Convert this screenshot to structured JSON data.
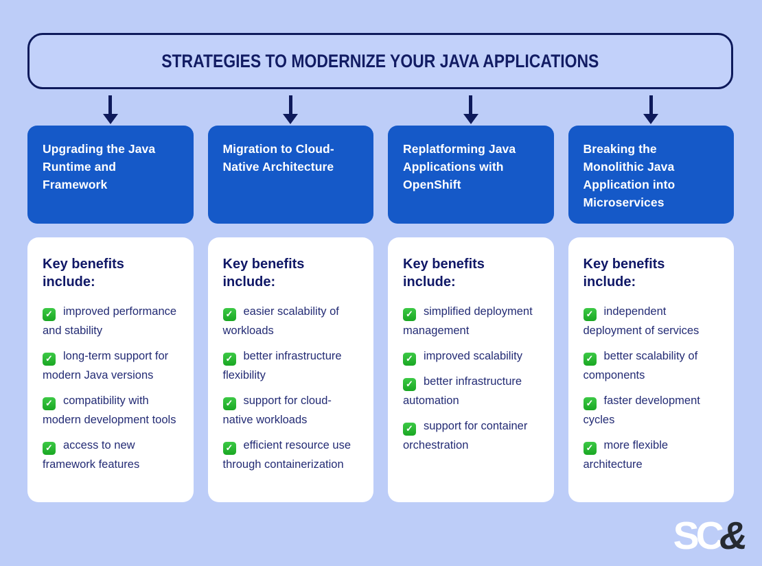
{
  "title": "STRATEGIES TO MODERNIZE YOUR JAVA APPLICATIONS",
  "benefits_heading": "Key benefits include:",
  "columns": [
    {
      "strategy": "Upgrading the Java Runtime and Framework",
      "benefits": [
        "improved performance and stability",
        "long-term support for modern Java versions",
        "compatibility with modern development tools",
        "access to new framework features"
      ]
    },
    {
      "strategy": "Migration to Cloud-Native Architecture",
      "benefits": [
        "easier scalability of workloads",
        "better infrastructure flexibility",
        "support for cloud-native workloads",
        "efficient resource use through containerization"
      ]
    },
    {
      "strategy": "Replatforming Java Applications with OpenShift",
      "benefits": [
        "simplified deployment management",
        "improved scalability",
        "better infrastructure automation",
        "support for container orchestration"
      ]
    },
    {
      "strategy": "Breaking the Monolithic Java Application into Microservices",
      "benefits": [
        "independent deployment of services",
        "better scalability of components",
        "faster development cycles",
        "more flexible architecture"
      ]
    }
  ],
  "icons": {
    "check_glyph": "✓",
    "check_name": "green-check-emoji",
    "arrow_name": "down-arrow"
  },
  "logo": {
    "sc": "SC",
    "amp": "&"
  },
  "colors": {
    "background": "#bdcdf8",
    "navy": "#0e1a5b",
    "strategy_blue": "#1559c8",
    "card_white": "#ffffff",
    "heading_text": "#0f1766",
    "body_text": "#232b74",
    "check_green": "#22b127",
    "logo_dark": "#262a31"
  }
}
